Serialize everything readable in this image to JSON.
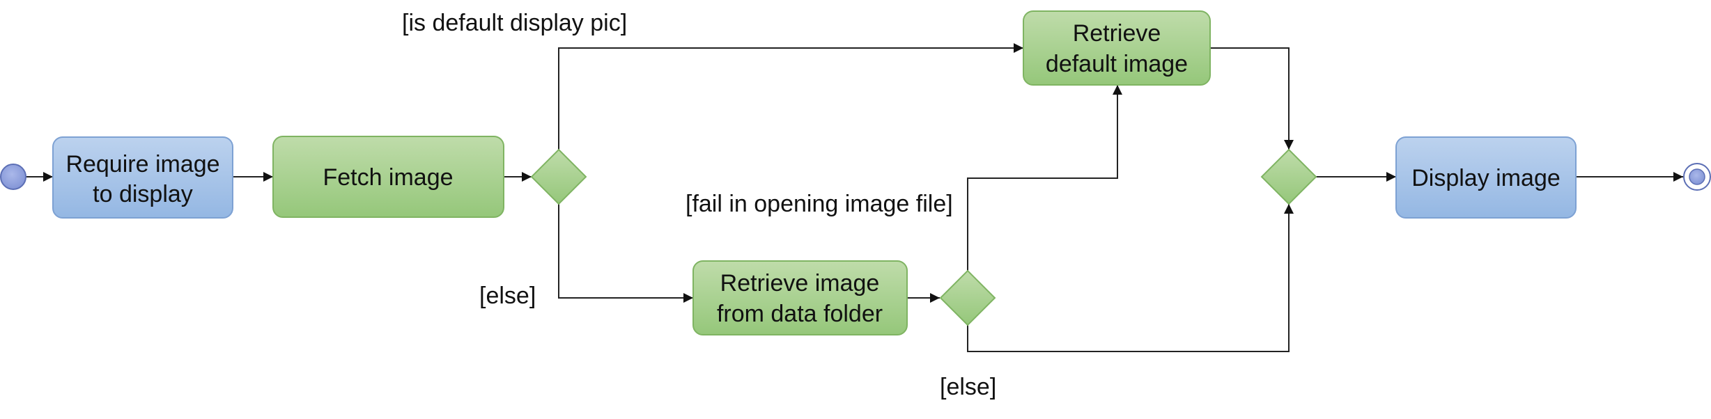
{
  "nodes": {
    "require": {
      "lines": [
        "Require image",
        "to display"
      ],
      "color": "blue"
    },
    "fetch": {
      "lines": [
        "Fetch image"
      ],
      "color": "green"
    },
    "retrieve_default": {
      "lines": [
        "Retrieve",
        "default image"
      ],
      "color": "green"
    },
    "retrieve_folder": {
      "lines": [
        "Retrieve image",
        "from data folder"
      ],
      "color": "green"
    },
    "display": {
      "lines": [
        "Display image"
      ],
      "color": "blue"
    }
  },
  "guards": {
    "default_pic": "[is default display pic]",
    "else_fetch": "[else]",
    "fail_open": "[fail in opening image file]",
    "else_folder": "[else]"
  },
  "colors": {
    "blue_top": "#bcd2ee",
    "blue_bottom": "#94b7e3",
    "blue_stroke": "#7da1d3",
    "green_top": "#bfdcaa",
    "green_bottom": "#95c77a",
    "green_stroke": "#7fb462",
    "start_fill": "#8fa1dd",
    "start_stroke": "#5c6fb5",
    "line": "#222222"
  }
}
